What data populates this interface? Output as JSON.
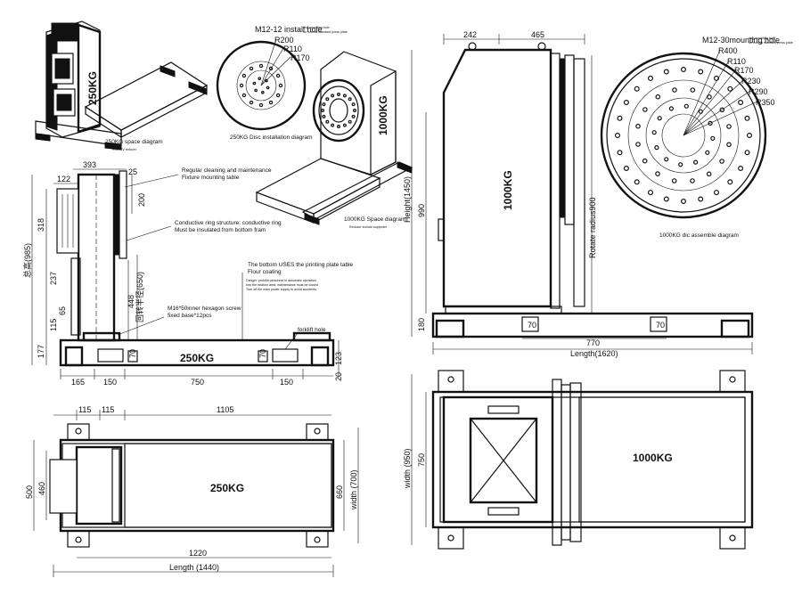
{
  "iso_250": {
    "label": "250KG",
    "caption": "250KG space diagram",
    "subcaption": "RSG RV reducer"
  },
  "disc_250": {
    "hole_note": "M12-12 install hole",
    "hole_note_small": "ring mounting hole",
    "hole_note_small2": "for normal standard press plate",
    "radii": [
      "R200",
      "R110",
      "R170"
    ],
    "caption": "250KG Disc installation diagram"
  },
  "iso_1000": {
    "label": "1000KG",
    "caption": "1000KG Space diagram",
    "subcaption": "Reducer include supporter"
  },
  "side_250": {
    "label": "250KG",
    "dims_top": [
      "393",
      "25",
      "122"
    ],
    "dims_left": [
      "318",
      "237",
      "115",
      "65",
      "177"
    ],
    "total_height": "总高(985)",
    "dim_200": "200",
    "dim_448": "448",
    "rotate_radius": "回转半径(650)",
    "dims_right": [
      "123",
      "20"
    ],
    "dims_bottom": [
      "165",
      "150",
      "750",
      "150"
    ],
    "dim_70a": "70",
    "dim_70b": "70",
    "notes": [
      "Regular cleaning and maintenance",
      "Fixture mounting table",
      "Conductive ring structure: conductive ring",
      "Must be insulated from bottom fram",
      "The bottom USES the printing plate table",
      "Flour coating",
      "M16*50inner hexagon screw",
      "fixed base*12pcs",
      "forklift hole"
    ],
    "danger": [
      "Danger: prohibit personnel in automatic operation",
      "Into the rotation area, maintenance must be closed",
      "Turn off the main power supply to avoid accidents."
    ]
  },
  "top_250": {
    "label": "250KG",
    "dims_top": [
      "115",
      "115",
      "1105"
    ],
    "dims_left": [
      "500",
      "460"
    ],
    "dims_right": [
      "660",
      "width (700)"
    ],
    "dim_1220": "1220",
    "length": "Length (1440)"
  },
  "side_1000": {
    "label": "1000KG",
    "dims_top": [
      "242",
      "465"
    ],
    "height": "Height(1450)",
    "dim_990": "990",
    "rotate_radius": "Rotate radius900",
    "dim_180": "180",
    "dim_70a": "70",
    "dim_70b": "70",
    "dim_770": "770",
    "length": "Length(1620)"
  },
  "disc_1000": {
    "hole_note": "M12-30mounting hole",
    "hole_note_small": "ring mounting hole",
    "hole_note_small2": "for normal standard press plate",
    "radii": [
      "R400",
      "R110",
      "R170",
      "R230",
      "R290",
      "R350"
    ],
    "caption": "1000KG dic assemble diagram"
  },
  "top_1000": {
    "label": "1000KG",
    "width": "width (950)",
    "dim_750": "750"
  }
}
